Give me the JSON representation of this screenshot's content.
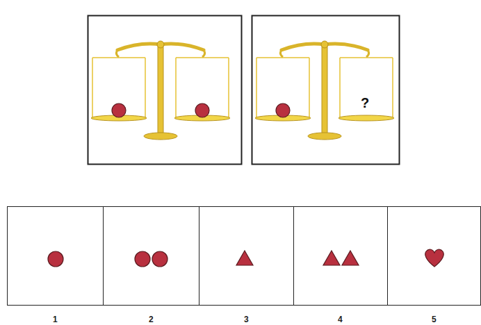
{
  "diagram": {
    "nodes": [
      {
        "text": [
          "1"
        ]
      },
      {
        "text": [
          "2"
        ]
      },
      {
        "text": [
          "3"
        ]
      },
      {
        "text": [
          "4"
        ]
      },
      {
        "text": [
          "5"
        ]
      }
    ],
    "labels": [
      "?"
    ]
  }
}
